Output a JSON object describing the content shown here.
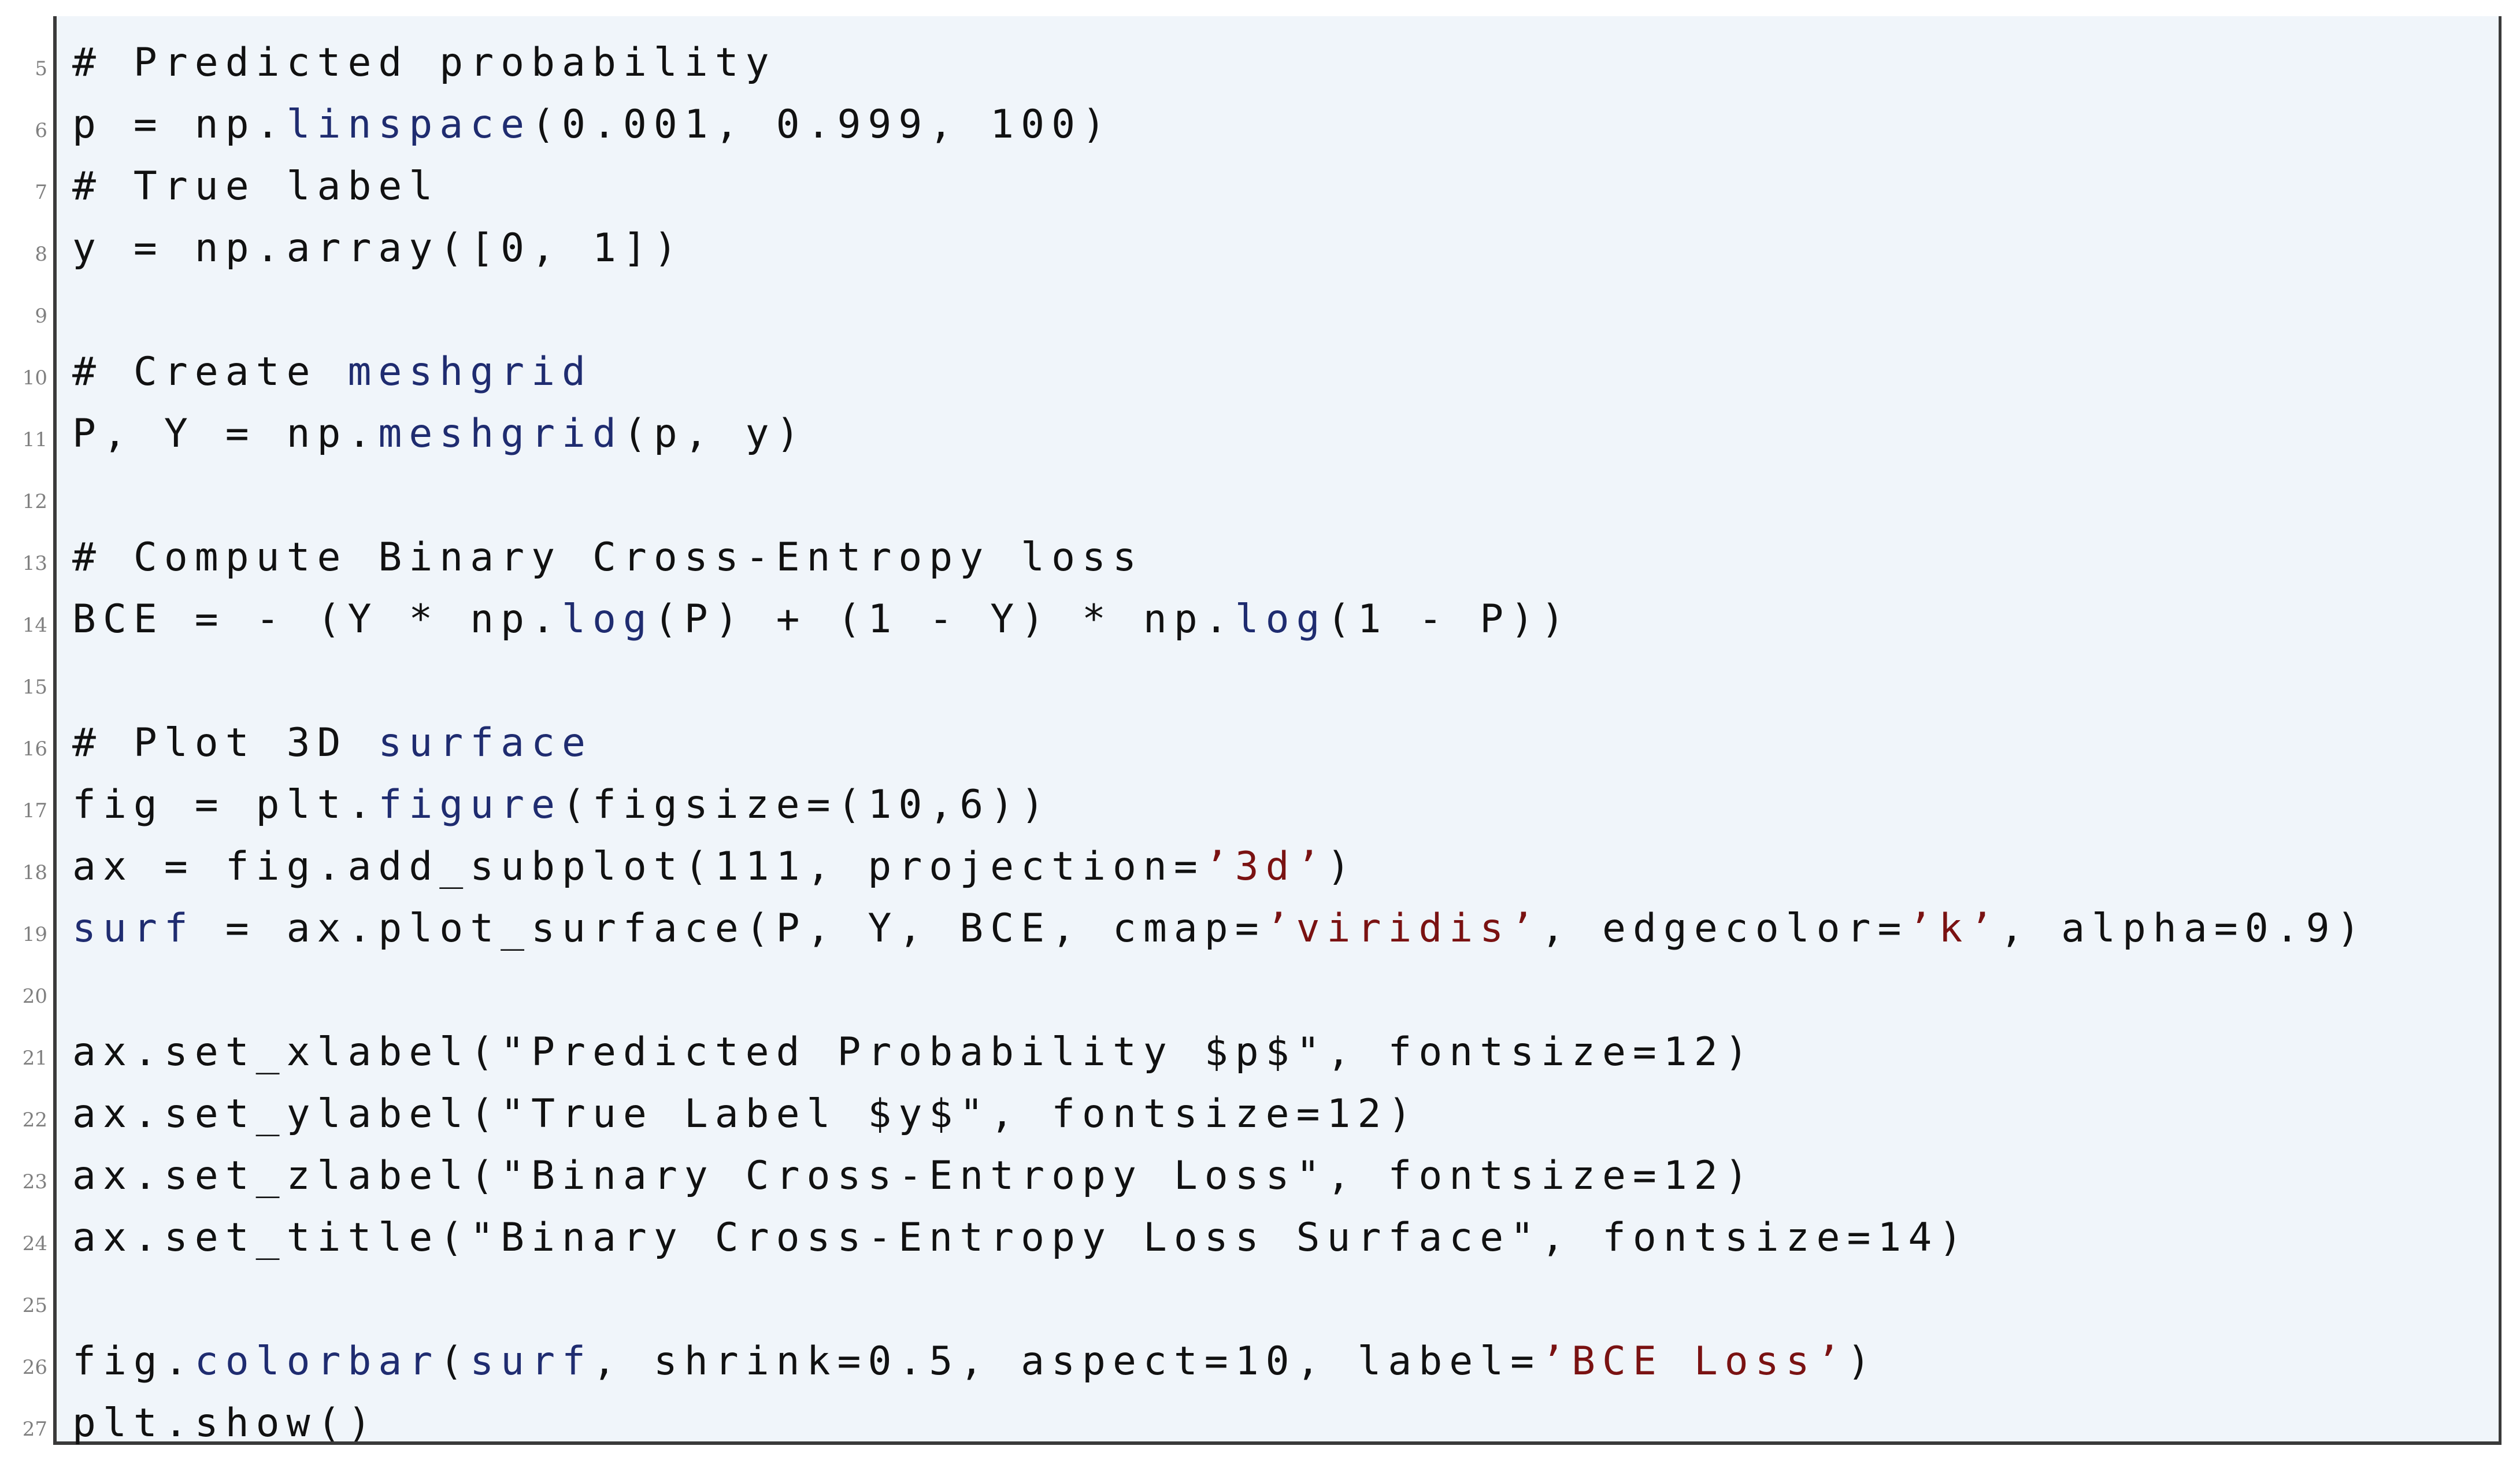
{
  "lines": [
    {
      "n": "5",
      "tokens": [
        {
          "t": "# Predicted probability",
          "k": "plain"
        }
      ]
    },
    {
      "n": "6",
      "tokens": [
        {
          "t": "p = np.",
          "k": "plain"
        },
        {
          "t": "linspace",
          "k": "kw"
        },
        {
          "t": "(0.001, 0.999, 100)",
          "k": "plain"
        }
      ]
    },
    {
      "n": "7",
      "tokens": [
        {
          "t": "# True label",
          "k": "plain"
        }
      ]
    },
    {
      "n": "8",
      "tokens": [
        {
          "t": "y = np.array([0, 1])",
          "k": "plain"
        }
      ]
    },
    {
      "n": "9",
      "tokens": []
    },
    {
      "n": "10",
      "tokens": [
        {
          "t": "# Create ",
          "k": "plain"
        },
        {
          "t": "meshgrid",
          "k": "kw"
        }
      ]
    },
    {
      "n": "11",
      "tokens": [
        {
          "t": "P, Y = np.",
          "k": "plain"
        },
        {
          "t": "meshgrid",
          "k": "kw"
        },
        {
          "t": "(p, y)",
          "k": "plain"
        }
      ]
    },
    {
      "n": "12",
      "tokens": []
    },
    {
      "n": "13",
      "tokens": [
        {
          "t": "# Compute Binary Cross-Entropy loss",
          "k": "plain"
        }
      ]
    },
    {
      "n": "14",
      "tokens": [
        {
          "t": "BCE = - (Y * np.",
          "k": "plain"
        },
        {
          "t": "log",
          "k": "kw"
        },
        {
          "t": "(P) + (1 - Y) * np.",
          "k": "plain"
        },
        {
          "t": "log",
          "k": "kw"
        },
        {
          "t": "(1 - P))",
          "k": "plain"
        }
      ]
    },
    {
      "n": "15",
      "tokens": []
    },
    {
      "n": "16",
      "tokens": [
        {
          "t": "# Plot 3D ",
          "k": "plain"
        },
        {
          "t": "surface",
          "k": "kw"
        }
      ]
    },
    {
      "n": "17",
      "tokens": [
        {
          "t": "fig = plt.",
          "k": "plain"
        },
        {
          "t": "figure",
          "k": "kw"
        },
        {
          "t": "(figsize=(10,6))",
          "k": "plain"
        }
      ]
    },
    {
      "n": "18",
      "tokens": [
        {
          "t": "ax = fig.add_subplot(111, projection=",
          "k": "plain"
        },
        {
          "t": "’3d’",
          "k": "str"
        },
        {
          "t": ")",
          "k": "plain"
        }
      ]
    },
    {
      "n": "19",
      "tokens": [
        {
          "t": "surf",
          "k": "kw"
        },
        {
          "t": " = ax.plot_surface(P, Y, BCE, cmap=",
          "k": "plain"
        },
        {
          "t": "’viridis’",
          "k": "str"
        },
        {
          "t": ", edgecolor=",
          "k": "plain"
        },
        {
          "t": "’k’",
          "k": "str"
        },
        {
          "t": ", alpha=0.9)",
          "k": "plain"
        }
      ]
    },
    {
      "n": "20",
      "tokens": []
    },
    {
      "n": "21",
      "tokens": [
        {
          "t": "ax.set_xlabel(\"Predicted Probability $p$\", fontsize=12)",
          "k": "plain"
        }
      ]
    },
    {
      "n": "22",
      "tokens": [
        {
          "t": "ax.set_ylabel(\"True Label $y$\", fontsize=12)",
          "k": "plain"
        }
      ]
    },
    {
      "n": "23",
      "tokens": [
        {
          "t": "ax.set_zlabel(\"Binary Cross-Entropy Loss\", fontsize=12)",
          "k": "plain"
        }
      ]
    },
    {
      "n": "24",
      "tokens": [
        {
          "t": "ax.set_title(\"Binary Cross-Entropy Loss Surface\", fontsize=14)",
          "k": "plain"
        }
      ]
    },
    {
      "n": "25",
      "tokens": []
    },
    {
      "n": "26",
      "tokens": [
        {
          "t": "fig.",
          "k": "plain"
        },
        {
          "t": "colorbar",
          "k": "kw"
        },
        {
          "t": "(",
          "k": "plain"
        },
        {
          "t": "surf",
          "k": "kw"
        },
        {
          "t": ", shrink=0.5, aspect=10, label=",
          "k": "plain"
        },
        {
          "t": "’BCE Loss’",
          "k": "str"
        },
        {
          "t": ")",
          "k": "plain"
        }
      ]
    },
    {
      "n": "27",
      "tokens": [
        {
          "t": "plt.show()",
          "k": "plain"
        }
      ]
    }
  ],
  "colors": {
    "background": "#f0f5fa",
    "frame": "#3a3a3a",
    "text": "#111111",
    "keyword": "#1f2c70",
    "string": "#7a1212",
    "line_number": "#808080"
  }
}
